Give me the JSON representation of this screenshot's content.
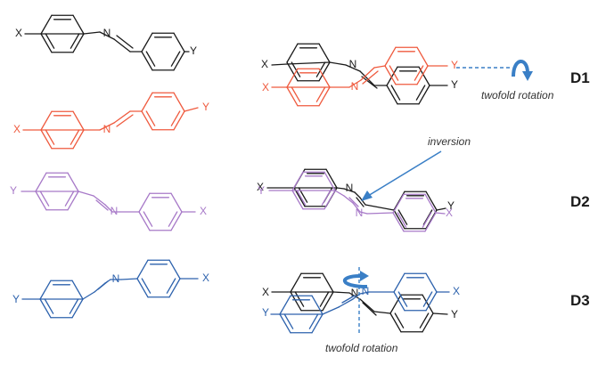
{
  "colors": {
    "black": "#1a1a1a",
    "red": "#ef5a3e",
    "purple": "#a779c8",
    "blue": "#2d62ad",
    "arrow": "#3a7fc6"
  },
  "atoms": {
    "x": "X",
    "y": "Y",
    "n": "N"
  },
  "dimers": {
    "d1": {
      "label": "D1",
      "note": "twofold rotation"
    },
    "d2": {
      "label": "D2",
      "note": "inversion"
    },
    "d3": {
      "label": "D3",
      "note": "twofold rotation"
    }
  }
}
